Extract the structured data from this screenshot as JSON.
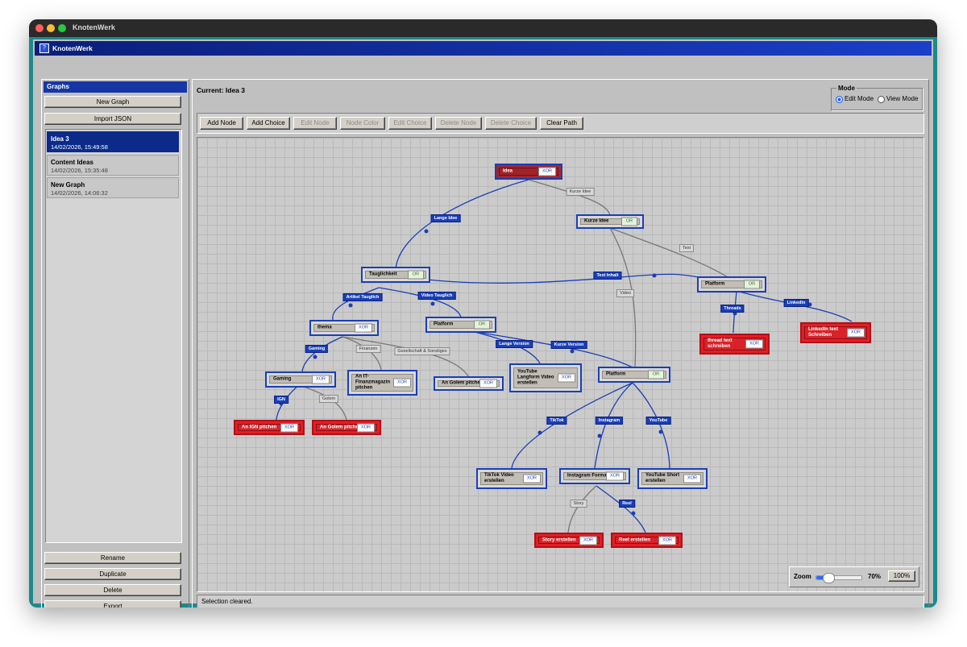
{
  "os_window": {
    "title": "KnotenWerk"
  },
  "app": {
    "title": "KnotenWerk",
    "icon": "app-icon"
  },
  "sidebar": {
    "header": "Graphs",
    "new_graph": "New Graph",
    "import_json": "Import JSON",
    "graphs": [
      {
        "name": "Idea 3",
        "date": "14/02/2026, 15:49:58",
        "selected": true
      },
      {
        "name": "Content Ideas",
        "date": "14/02/2026, 15:35:48",
        "selected": false
      },
      {
        "name": "New Graph",
        "date": "14/02/2026, 14:06:32",
        "selected": false
      }
    ],
    "actions": {
      "rename": "Rename",
      "duplicate": "Duplicate",
      "delete": "Delete",
      "export": "Export"
    }
  },
  "main": {
    "current_prefix": "Current:",
    "current_name": "Idea 3",
    "mode": {
      "legend": "Mode",
      "edit": "Edit Mode",
      "view": "View Mode",
      "selected": "edit"
    },
    "toolbar": {
      "add_node": "Add Node",
      "add_choice": "Add Choice",
      "edit_node": "Edit Node",
      "node_color": "Node Color",
      "edit_choice": "Edit Choice",
      "delete_node": "Delete Node",
      "delete_choice": "Delete Choice",
      "clear_path": "Clear Path"
    },
    "zoom": {
      "label": "Zoom",
      "level": 0.7,
      "percent": "70%",
      "reset": "100%"
    },
    "status": "Selection cleared."
  },
  "colors": {
    "selected_blue": "#0b2a8a",
    "node_border": "#1a3fb5",
    "leaf_red": "#e31e24",
    "root_red": "#a4262c",
    "edge_blue": "#1a3fb5",
    "edge_gray": "#666666"
  },
  "graph": {
    "nodes": {
      "idea": {
        "label": "Idea",
        "type": "XOR"
      },
      "kurze_idee": {
        "label": "Kurze Idee",
        "type": "OR"
      },
      "tauglichkeit": {
        "label": "Tauglichkeit",
        "type": "OR"
      },
      "platform_r": {
        "label": "Platform",
        "type": "OR"
      },
      "thema": {
        "label": "thema",
        "type": "XOR"
      },
      "platform_m": {
        "label": "Platform",
        "type": "OR"
      },
      "thread": {
        "label": "thread text\nschreiben",
        "type": "XOR"
      },
      "linkedin": {
        "label": "LinkedIn text\nSchreiben",
        "type": "XOR"
      },
      "gaming": {
        "label": "Gaming",
        "type": "XOR"
      },
      "it_fin": {
        "label": "An IT-\nFinanzmagazin\npitchen",
        "type": "XOR"
      },
      "golem_p": {
        "label": "An Golem pitchen",
        "type": "XOR"
      },
      "yt_long": {
        "label": "YouTube\nLangform Video\nerstellen",
        "type": "XOR"
      },
      "platform_c": {
        "label": "Platform",
        "type": "OR"
      },
      "ign": {
        "label": "An IGN pitchen",
        "type": "XOR"
      },
      "golem_g": {
        "label": "An Golem pitchen",
        "type": "XOR"
      },
      "tiktok": {
        "label": "TikTok Video\nerstellen",
        "type": "XOR"
      },
      "insta": {
        "label": "Instagram Format",
        "type": "XOR"
      },
      "yt_short": {
        "label": "YouTube Short\nerstellen",
        "type": "XOR"
      },
      "story": {
        "label": "Story erstellen",
        "type": "XOR"
      },
      "reel": {
        "label": "Reel erstellen",
        "type": "XOR"
      }
    },
    "edges": {
      "kurze_idee": "Kurze Idee",
      "lange_idee": "Lange Idee",
      "text": "Text",
      "text_inhalt": "Text Inhalt",
      "video": "Video",
      "artikel_tauglich": "Artikel Tauglich",
      "video_tauglich": "Video Tauglich",
      "threads": "Threads",
      "linkedin": "LinkedIn",
      "gaming": "Gaming",
      "finanzen": "Finanzen",
      "gesellschaft": "Gesellschaft & Sonstiges",
      "lange_version": "Lange Version",
      "kurze_version": "Kurze Version",
      "ign": "IGN",
      "golem": "Golem",
      "tiktok": "TikTok",
      "instagram": "Instagram",
      "youtube": "YouTube",
      "story": "Story",
      "reel": "Reel"
    }
  }
}
